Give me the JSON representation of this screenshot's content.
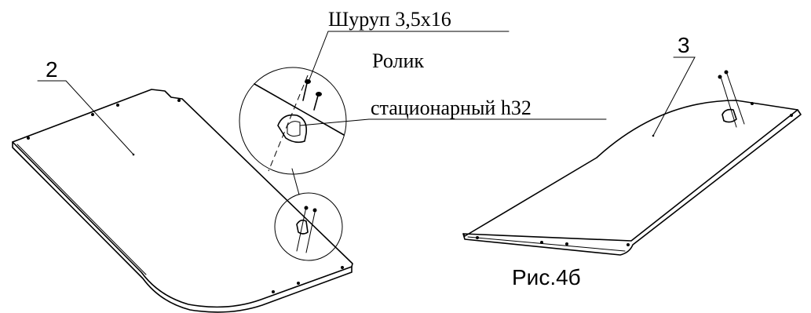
{
  "labels": {
    "screw": "Шуруп 3,5х16",
    "roller_line1": "Ролик",
    "roller_line2": "стационарный h32",
    "part_left": "2",
    "part_right": "3",
    "figure": "Рис.4б"
  }
}
